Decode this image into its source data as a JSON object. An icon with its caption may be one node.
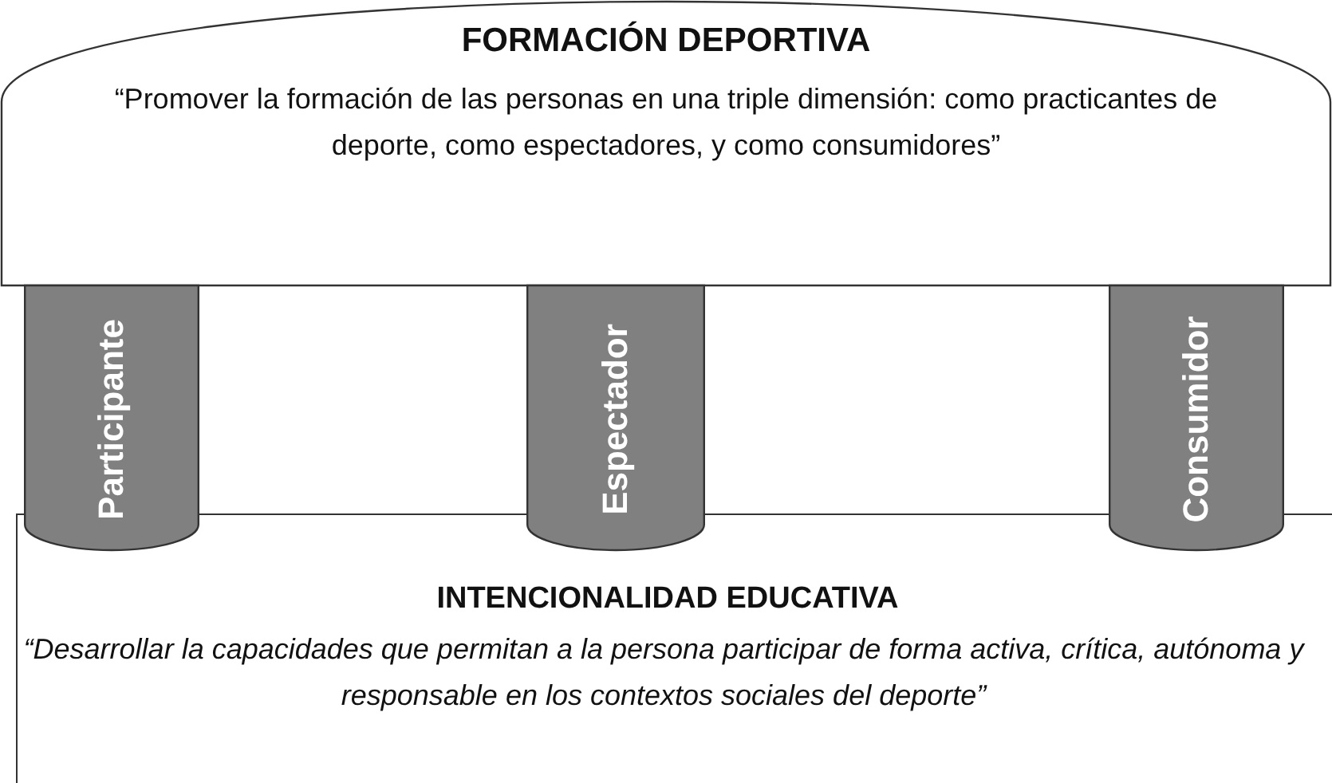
{
  "diagram": {
    "nodes": [
      {
        "text": [
          "FORMACIÓN DEPORTIVA",
          "“Promover la formación de las personas en una triple dimensión: como practicantes de deporte, como espectadores, y como consumidores”"
        ]
      },
      {
        "text": [
          "Participante"
        ]
      },
      {
        "text": [
          "Espectador"
        ]
      },
      {
        "text": [
          "Consumidor"
        ]
      },
      {
        "text": [
          "INTENCIONALIDAD EDUCATIVA",
          "“Desarrollar la capacidades que permitan a la persona participar de forma activa, crítica, autónoma y responsable en los contextos sociales del deporte”"
        ]
      }
    ]
  }
}
